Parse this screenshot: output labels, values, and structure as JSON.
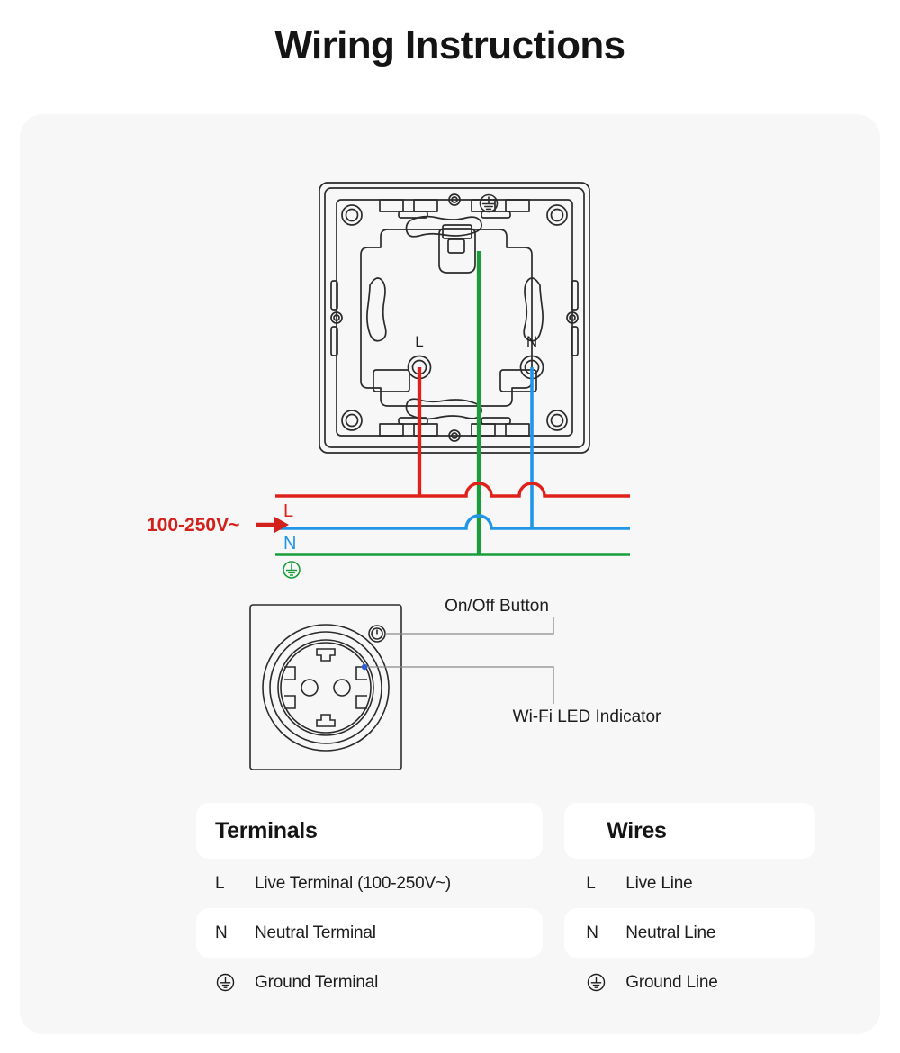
{
  "title": "Wiring Instructions",
  "colors": {
    "live": "#e0201b",
    "neutral": "#2196e8",
    "ground": "#1a9e3c",
    "outline": "#2b2b2b",
    "card_bg": "#f7f7f8",
    "page_bg": "#ffffff",
    "led": "#2b5ed6",
    "leader": "#8a8a8a",
    "text": "#141414"
  },
  "backplate": {
    "terminal_l_label": "L",
    "terminal_n_label": "N",
    "ground_symbol_name": "ground-symbol"
  },
  "supply": {
    "voltage_label": "100-250V~",
    "arrow_name": "supply-arrow",
    "line_l_label": "L",
    "line_n_label": "N",
    "line_ground_symbol_name": "ground-symbol"
  },
  "front_view": {
    "callouts": [
      {
        "label": "On/Off Button",
        "target": "power-button"
      },
      {
        "label": "Wi-Fi LED Indicator",
        "target": "wifi-led"
      }
    ]
  },
  "tables": [
    {
      "id": "terminals",
      "title": "Terminals",
      "rows": [
        {
          "symbol": "L",
          "symbol_type": "text",
          "text": "Live Terminal (100-250V~)"
        },
        {
          "symbol": "N",
          "symbol_type": "text",
          "text": "Neutral Terminal"
        },
        {
          "symbol": "",
          "symbol_type": "ground-icon",
          "text": "Ground Terminal"
        }
      ]
    },
    {
      "id": "wires",
      "title": "Wires",
      "rows": [
        {
          "symbol": "L",
          "symbol_type": "text",
          "text": "Live Line"
        },
        {
          "symbol": "N",
          "symbol_type": "text",
          "text": "Neutral Line"
        },
        {
          "symbol": "",
          "symbol_type": "ground-icon",
          "text": "Ground Line"
        }
      ]
    }
  ]
}
